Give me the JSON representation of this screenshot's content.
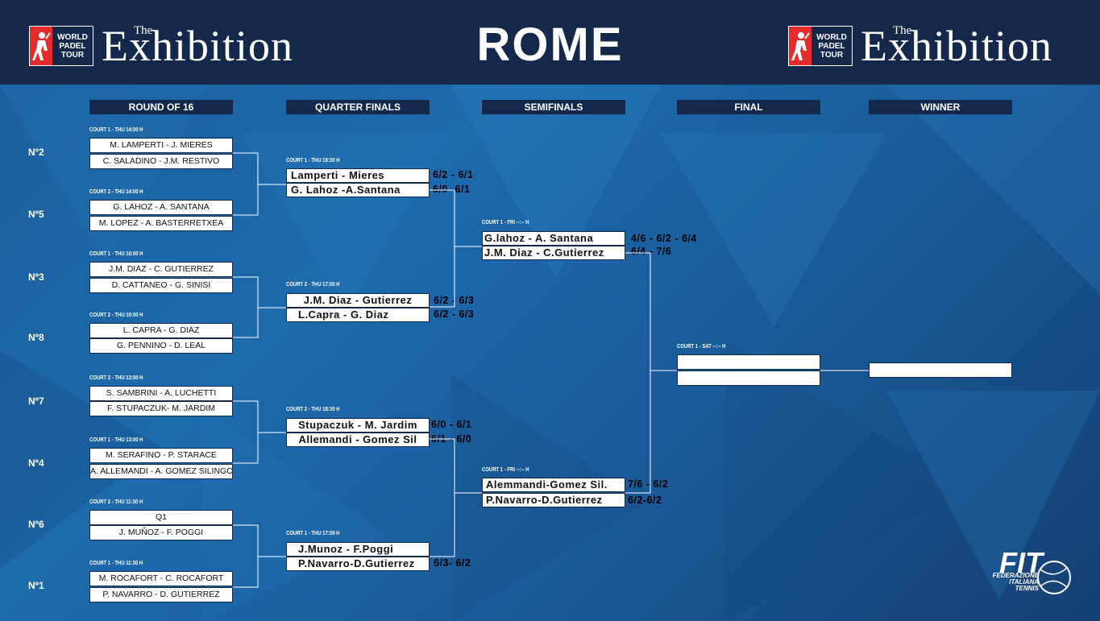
{
  "header": {
    "logo_badge_lines": [
      "WORLD",
      "PADEL",
      "TOUR"
    ],
    "logo_the": "The",
    "logo_exhibition": "Exhibition",
    "city": "ROME"
  },
  "columns": [
    "ROUND OF 16",
    "QUARTER FINALS",
    "SEMIFINALS",
    "FINAL",
    "WINNER"
  ],
  "seeds": [
    "Nº2",
    "Nº5",
    "Nº3",
    "Nº8",
    "Nº7",
    "Nº4",
    "Nº6",
    "Nº1"
  ],
  "round_of_16": [
    {
      "label": "COURT 1 - THU 14:00 H",
      "top": "M. LAMPERTI - J. MIERES",
      "bottom": "C. SALADINO - J.M. RESTIVO"
    },
    {
      "label": "COURT 2 - THU 14:00 H",
      "top": "G. LAHOZ - A. SANTANA",
      "bottom": "M. LOPEZ - A. BASTERRETXEA"
    },
    {
      "label": "COURT 1 - THU 10:00 H",
      "top": "J.M. DIAZ - C. GUTIERREZ",
      "bottom": "D. CATTANEO - G. SINISI"
    },
    {
      "label": "COURT 2 - THU 10:00 H",
      "top": "L. CAPRA - G. DIAZ",
      "bottom": "G. PENNINO - D. LEAL"
    },
    {
      "label": "COURT 2 - THU 13:00 H",
      "top": "S. SAMBRINI - A. LUCHETTI",
      "bottom": "F. STUPACZUK- M. JARDIM"
    },
    {
      "label": "COURT 1 - THU 13:00 H",
      "top": "M. SERAFINO - P. STARACE",
      "bottom": "A. ALLEMANDI - A. GOMEZ SILINGO"
    },
    {
      "label": "COURT 2 - THU 11:30 H",
      "top": "Q1",
      "bottom": "J. MUÑOZ - F. POGGI"
    },
    {
      "label": "COURT 1 - THU 11:30 H",
      "top": "M. ROCAFORT - C. ROCAFORT",
      "bottom": "P. NAVARRO - D. GUTIERREZ"
    }
  ],
  "quarter_finals": [
    {
      "label": "COURT 1 - THU 18:30 H",
      "top": "Lamperti - Mieres",
      "bottom": "G. Lahoz -A.Santana",
      "score_top": "6/2 - 6/1",
      "score_bottom": "6/0 -6/1"
    },
    {
      "label": "COURT 2 - THU 17:00 H",
      "top": "J.M. Diaz - Gutierrez",
      "bottom": "L.Capra - G. Diaz",
      "score_top": "6/2 - 6/3",
      "score_bottom": "6/2 - 6/3"
    },
    {
      "label": "COURT 2 - THU 18:30 H",
      "top": "Stupaczuk - M. Jardim",
      "bottom": "Allemandi - Gomez Sil",
      "score_top": "6/0 - 6/1",
      "score_bottom": "6/1 - 6/0"
    },
    {
      "label": "COURT 1 - THU 17:00 H",
      "top": "J.Munoz - F.Poggi",
      "bottom": "P.Navarro-D.Gutierrez",
      "score_top": "",
      "score_bottom": "6/3- 6/2"
    }
  ],
  "semifinals": [
    {
      "label": "COURT 1 - FRI --:-- H",
      "top": "G.lahoz - A. Santana",
      "bottom": "J.M. Diaz - C.Gutierrez",
      "score_top": "4/6 - 6/2 - 6/4",
      "score_bottom": "6/4 - 7/6"
    },
    {
      "label": "COURT 1 - FRI --:-- H",
      "top": "Alemmandi-Gomez Sil.",
      "bottom": "P.Navarro-D.Gutierrez",
      "score_top": "7/6 - 6/2",
      "score_bottom": "6/2-6/2"
    }
  ],
  "final": {
    "label": "COURT 1 - SAT --:-- H",
    "top": "",
    "bottom": ""
  },
  "winner": {
    "name": ""
  },
  "fit_logo": {
    "abbr": "FIT",
    "line1": "FEDERAZIONE",
    "line2": "ITALIANA",
    "line3": "TENNIS"
  },
  "colors": {
    "header_bg": "#13284a",
    "bg": "#1d6aad",
    "logo_red": "#e52b2b",
    "slot": "#ffffff"
  }
}
